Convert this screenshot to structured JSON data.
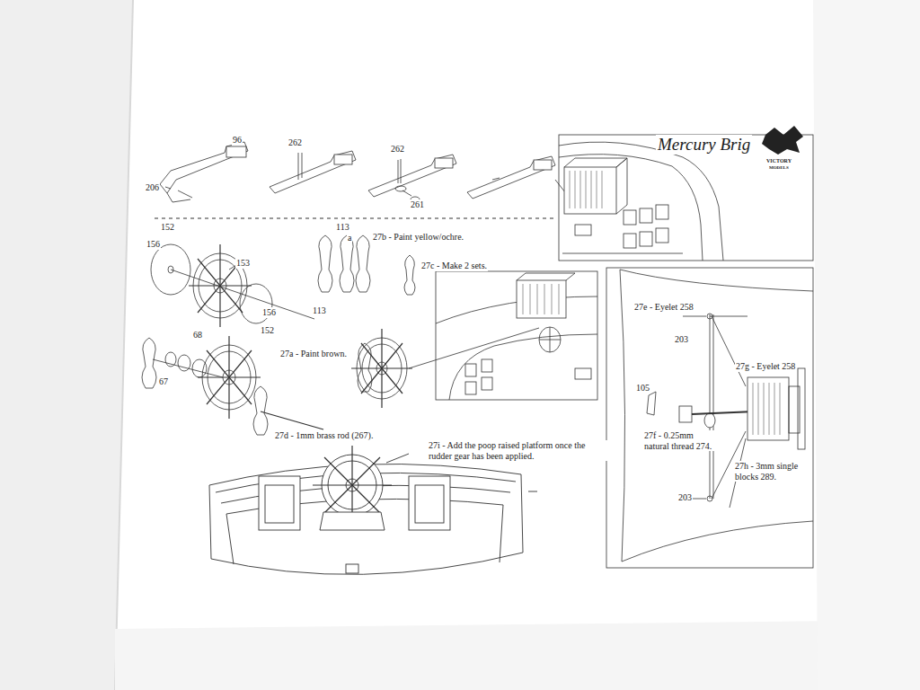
{
  "diagram": {
    "title": "Mercury Brig",
    "labels": [
      "96",
      "206",
      "262",
      "262",
      "261",
      "VICTORY",
      "MODELS",
      "152",
      "156",
      "153",
      "156",
      "152",
      "113",
      "a",
      "113",
      "27b - Paint yellow/ochre.",
      "27c - Make 2 sets.",
      "68",
      "67",
      "27a - Paint brown.",
      "27d - 1mm brass rod (267).",
      "27i - Add the poop raised platform once the rudder gear has been applied.",
      "27e - Eyelet 258",
      "203",
      "27g - Eyelet 258",
      "105",
      "27f - 0.25mm natural thread 274.",
      "27h - 3mm single blocks 289.",
      "203"
    ]
  }
}
